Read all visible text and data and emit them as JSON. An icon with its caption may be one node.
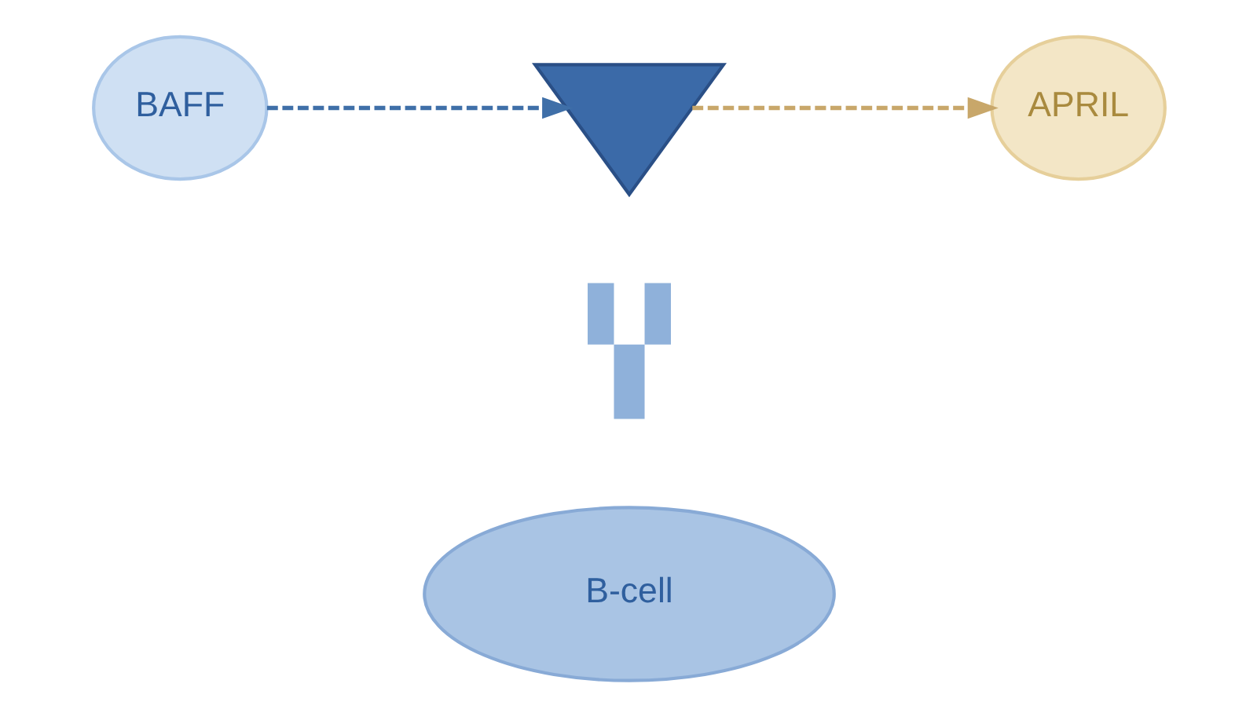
{
  "diagram": {
    "nodes": [
      {
        "text": [
          "BAFF"
        ]
      },
      {
        "text": [],
        "shape": "picture"
      },
      {
        "text": [
          "APRIL"
        ]
      },
      {
        "text": [],
        "shape": "picture"
      },
      {
        "text": [
          "B-cell"
        ]
      }
    ],
    "edges": [
      {
        "from": 0,
        "to": 1,
        "arrow": "to",
        "style": "dashed",
        "color": "#3f6fa8"
      },
      {
        "from": 1,
        "to": 2,
        "arrow": "to",
        "style": "dashed",
        "color": "#c8a76a"
      }
    ]
  }
}
